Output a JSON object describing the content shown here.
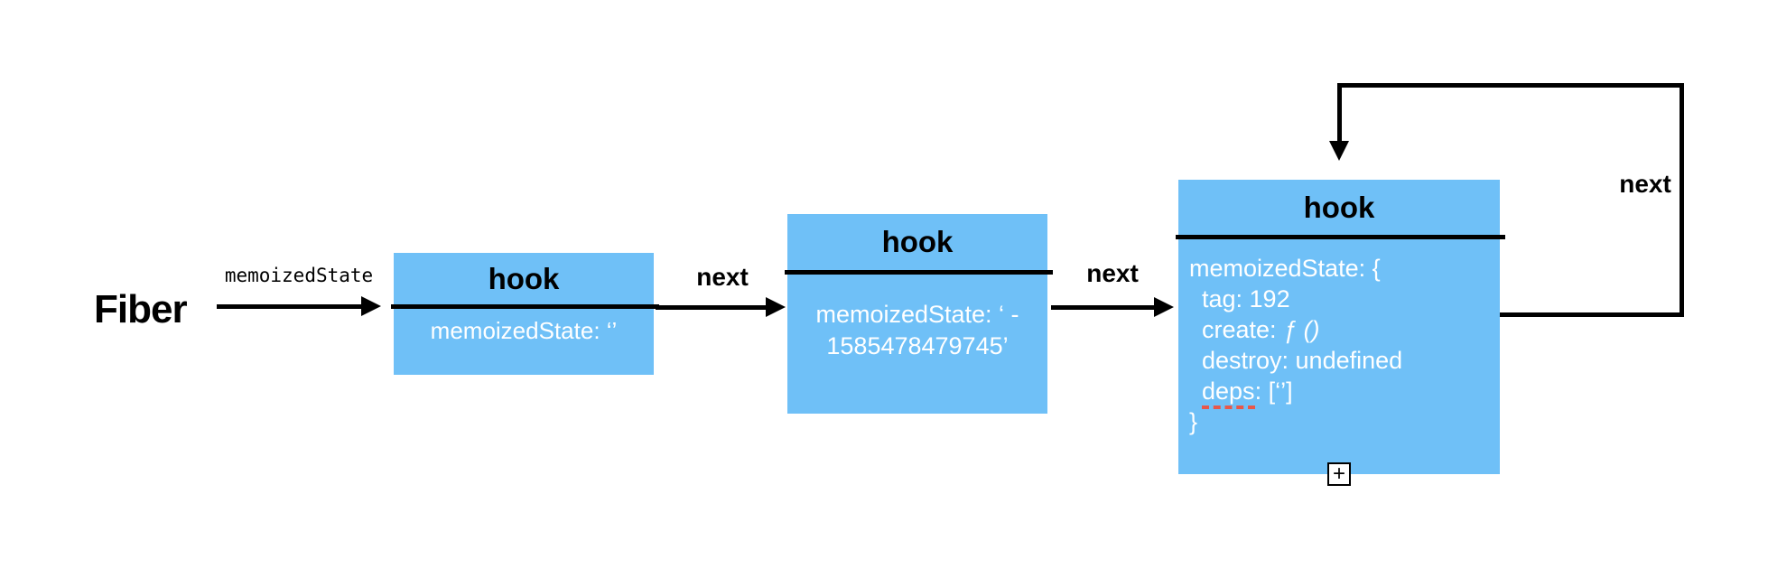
{
  "fiber": {
    "label": "Fiber"
  },
  "edge_fiber": {
    "label": "memoizedState"
  },
  "edge1": {
    "label": "next"
  },
  "edge2": {
    "label": "next"
  },
  "edge_loop": {
    "label": "next"
  },
  "hook1": {
    "title": "hook",
    "value": "memoizedState: ‘’"
  },
  "hook2": {
    "title": "hook",
    "value_line1": "memoizedState: ‘ -",
    "value_line2": "1585478479745’"
  },
  "hook3": {
    "title": "hook",
    "open": "memoizedState: {",
    "tag": "tag: 192",
    "create_prefix": "create: ",
    "create_fn": "ƒ ()",
    "destroy": "destroy: undefined",
    "deps_word": "deps",
    "deps_rest": ": [‘’]",
    "close": "}"
  },
  "expand_icon": {
    "glyph": "+"
  },
  "colors": {
    "box_fill": "#6FC0F7",
    "line": "#000000",
    "box_text": "#FFFFFF",
    "misspell_underline": "#E8574A"
  }
}
